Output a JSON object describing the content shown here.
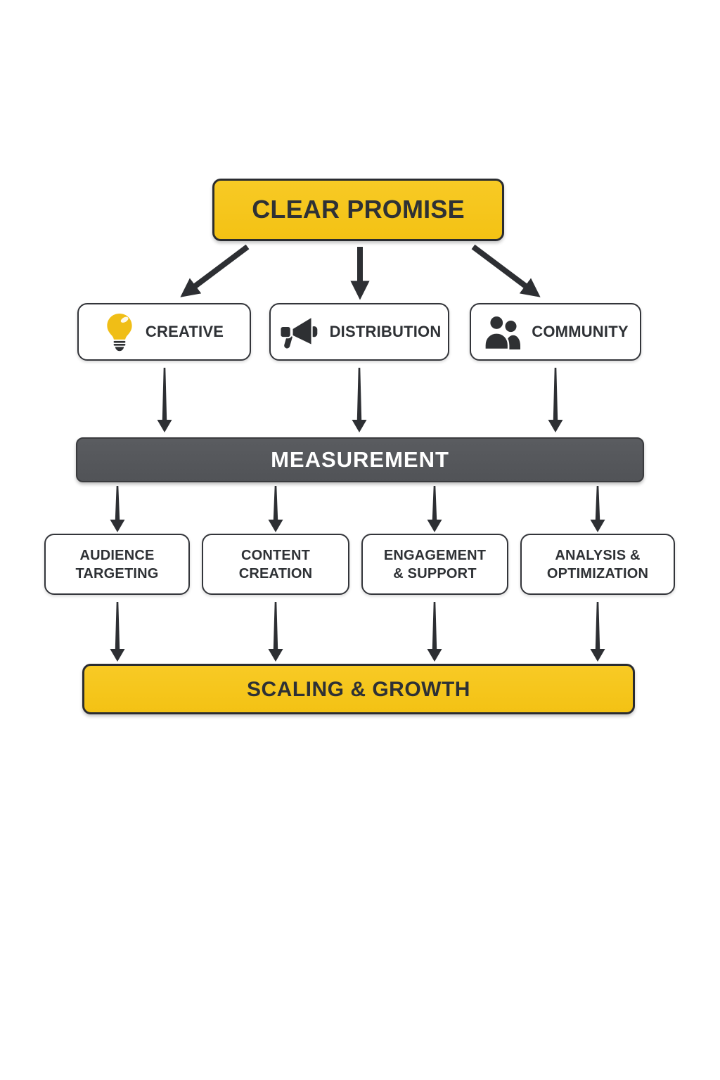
{
  "diagram": {
    "title": "marketing growth flowchart",
    "nodes": {
      "clear_promise": {
        "label": "CLEAR PROMISE"
      },
      "creative": {
        "label": "CREATIVE",
        "icon": "lightbulb-icon"
      },
      "distribution": {
        "label": "DISTRIBUTION",
        "icon": "megaphone-icon"
      },
      "community": {
        "label": "COMMUNITY",
        "icon": "people-icon"
      },
      "measurement": {
        "label": "MEASUREMENT"
      },
      "audience_targeting": {
        "label": "AUDIENCE\nTARGETING"
      },
      "content_creation": {
        "label": "CONTENT\nCREATION"
      },
      "engagement_support": {
        "label": "ENGAGEMENT\n& SUPPORT"
      },
      "analysis_optimization": {
        "label": "ANALYSIS &\nOPTIMIZATION"
      },
      "scaling_growth": {
        "label": "SCALING & GROWTH"
      }
    },
    "edges": [
      "clear_promise->creative",
      "clear_promise->distribution",
      "clear_promise->community",
      "creative->measurement",
      "distribution->measurement",
      "community->measurement",
      "measurement->audience_targeting",
      "measurement->content_creation",
      "measurement->engagement_support",
      "measurement->analysis_optimization",
      "audience_targeting->scaling_growth",
      "content_creation->scaling_growth",
      "engagement_support->scaling_growth",
      "analysis_optimization->scaling_growth"
    ],
    "colors": {
      "background": "#FFFFFF",
      "accent_yellow": "#F6C61D",
      "dark_bar": "#55565A",
      "box_border": "#33353A",
      "arrow": "#2D2F33",
      "text_dark": "#2E3135",
      "text_light": "#FFFFFF",
      "bulb_yellow": "#F0BE16",
      "icon_dark": "#2E3033"
    }
  }
}
